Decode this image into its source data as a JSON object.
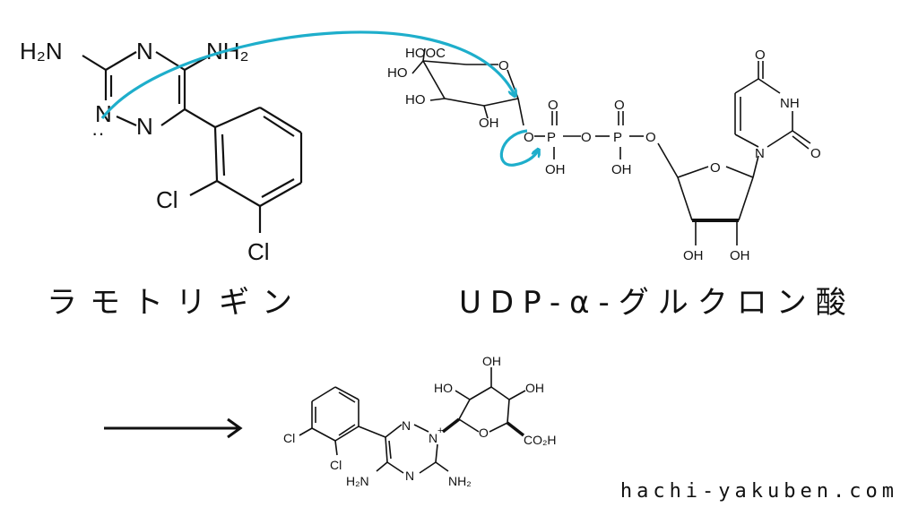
{
  "captions": {
    "left": "ラモトリギン",
    "right": "UDP-α-グルクロン酸"
  },
  "watermark": "hachi-yakuben.com",
  "lamotrigine": {
    "nh2_left": "H₂N",
    "nh2_right": "NH₂",
    "n_top": "N",
    "n_left": "N",
    "n_bottom": "N",
    "cl_1": "Cl",
    "cl_2": "Cl",
    "lone_pair": "··"
  },
  "udpga": {
    "hoooc": "HOOC",
    "ho_1": "HO",
    "ho_2": "HO",
    "oh_1": "OH",
    "o_ring": "O",
    "o_link": "O",
    "p_1": "P",
    "p_2": "P",
    "o_dbl_1": "O",
    "o_dbl_2": "O",
    "o_bridge": "O",
    "o_ester": "O",
    "oh_p1": "OH",
    "oh_p2": "OH",
    "o_ribose": "O",
    "oh_r1": "OH",
    "oh_r2": "OH",
    "o_carbonyl_top": "O",
    "nh": "NH",
    "o_carbonyl_right": "O",
    "n_ring": "N"
  },
  "product": {
    "cl_1": "Cl",
    "cl_2": "Cl",
    "n_top": "N",
    "n_plus": "N",
    "plus": "+",
    "n_bottom": "N",
    "h2n": "H₂N",
    "nh2": "NH₂",
    "o_ring": "O",
    "oh_top": "OH",
    "ho_left": "HO",
    "oh_right": "OH",
    "co2h": "CO₂H"
  },
  "colors": {
    "arrow_accent": "#1eaecb",
    "ink": "#111111"
  },
  "icons": {
    "reaction_arrow": "right-arrow-icon"
  }
}
